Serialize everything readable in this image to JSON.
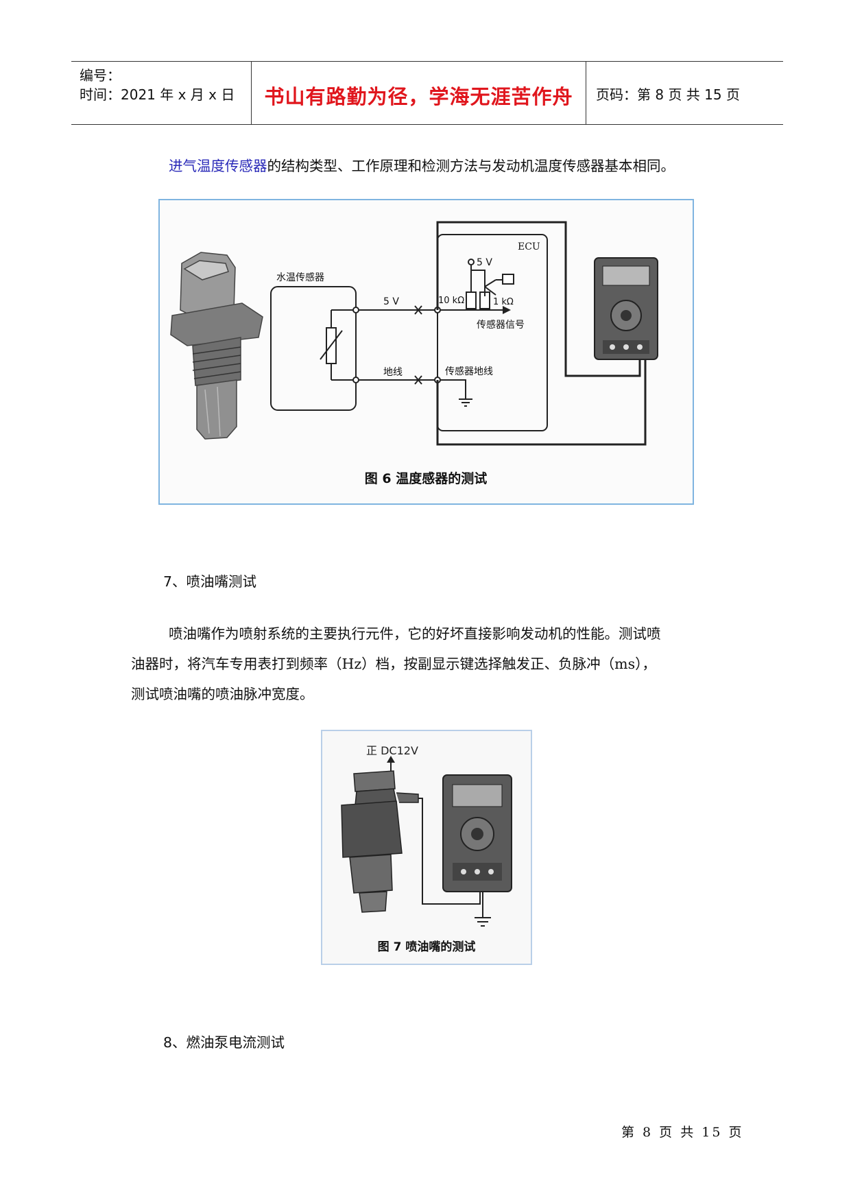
{
  "header": {
    "number_label": "编号：",
    "time_label": "时间：2021 年 x 月 x 日",
    "motto": "书山有路勤为径，学海无涯苦作舟",
    "page_label": "页码：第 8 页  共 15 页"
  },
  "intro": {
    "link_text": "进气温度传感器",
    "rest_text": "的结构类型、工作原理和检测方法与发动机温度传感器基本相同。"
  },
  "figure6": {
    "caption": "图 6  温度感器的测试",
    "sensor_box_label": "水温传感器",
    "ecu_label": "ECU",
    "v5_top": "5 V",
    "v5_line": "5 V",
    "r10": "10 kΩ",
    "r1": "1 kΩ",
    "signal_label": "传感器信号",
    "ground_line": "地线",
    "sensor_ground": "传感器地线"
  },
  "section7": {
    "heading": "7、喷油嘴测试",
    "para_line1": "喷油嘴作为喷射系统的主要执行元件，它的好坏直接影响发动机的性能。测试喷",
    "para_line2": "油器时，将汽车专用表打到频率（Hz）档，按副显示键选择触发正、负脉冲（ms），",
    "para_line3": "测试喷油嘴的喷油脉冲宽度。"
  },
  "figure7": {
    "top_label": "正 DC12V",
    "caption": "图 7  喷油嘴的测试"
  },
  "section8": {
    "heading": "8、燃油泵电流测试"
  },
  "footer": {
    "page_text": "第 8 页 共 15 页"
  },
  "colors": {
    "motto": "#e0161d",
    "link": "#2929b8",
    "figure_border": "#7fb4e0"
  }
}
